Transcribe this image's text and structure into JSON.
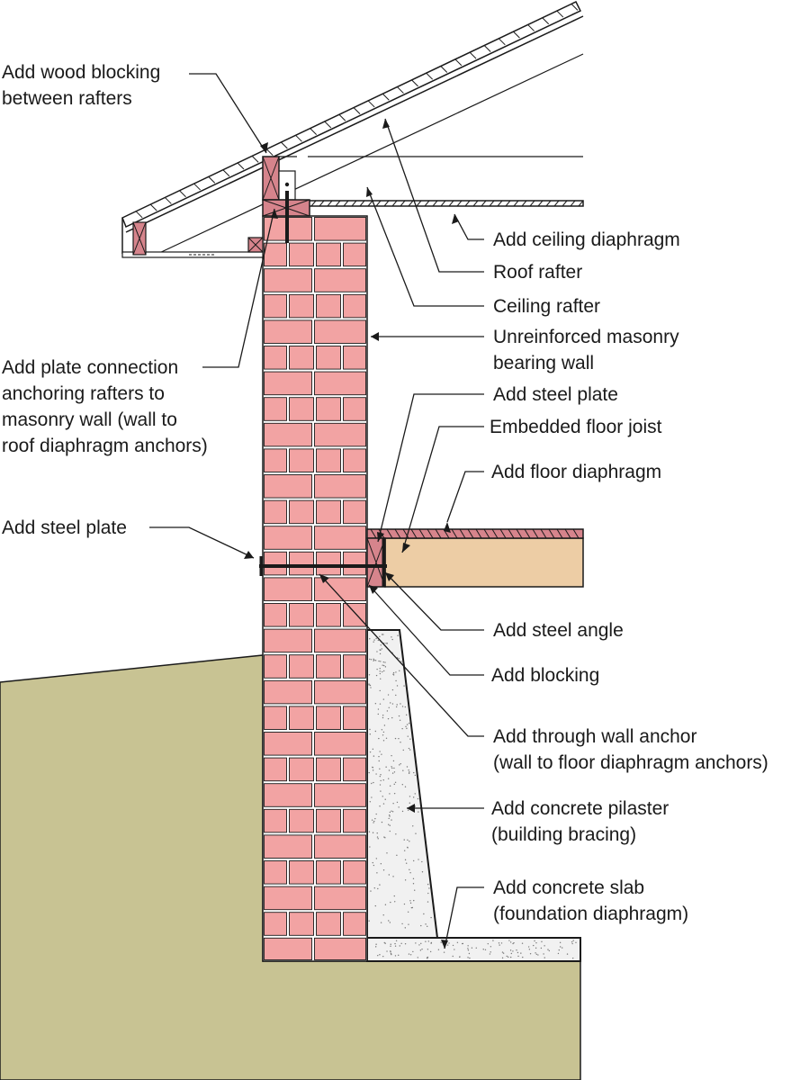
{
  "labels": {
    "wood_blocking": "Add wood blocking\nbetween rafters",
    "ceiling_diaphragm": "Add ceiling diaphragm",
    "roof_rafter": "Roof rafter",
    "ceiling_rafter": "Ceiling rafter",
    "masonry_wall": "Unreinforced masonry\nbearing wall",
    "plate_connection": "Add plate connection\nanchoring rafters to\nmasonry wall (wall to\nroof diaphragm anchors)",
    "steel_plate_right": "Add steel plate",
    "floor_joist": "Embedded floor joist",
    "floor_diaphragm": "Add floor diaphragm",
    "steel_plate_left": "Add steel plate",
    "steel_angle": "Add steel angle",
    "blocking": "Add blocking",
    "through_wall_anchor": "Add through wall anchor\n(wall to floor diaphragm anchors)",
    "concrete_pilaster": "Add concrete pilaster\n(building bracing)",
    "concrete_slab": "Add concrete slab\n(foundation diaphragm)"
  },
  "colors": {
    "brick": "#f2a3a3",
    "mortar": "#ffffff",
    "outline": "#1a1a1a",
    "soil": "#c8c393",
    "joist": "#edcda5",
    "blocking": "#d6848c",
    "concrete": "#f1f1f1"
  }
}
